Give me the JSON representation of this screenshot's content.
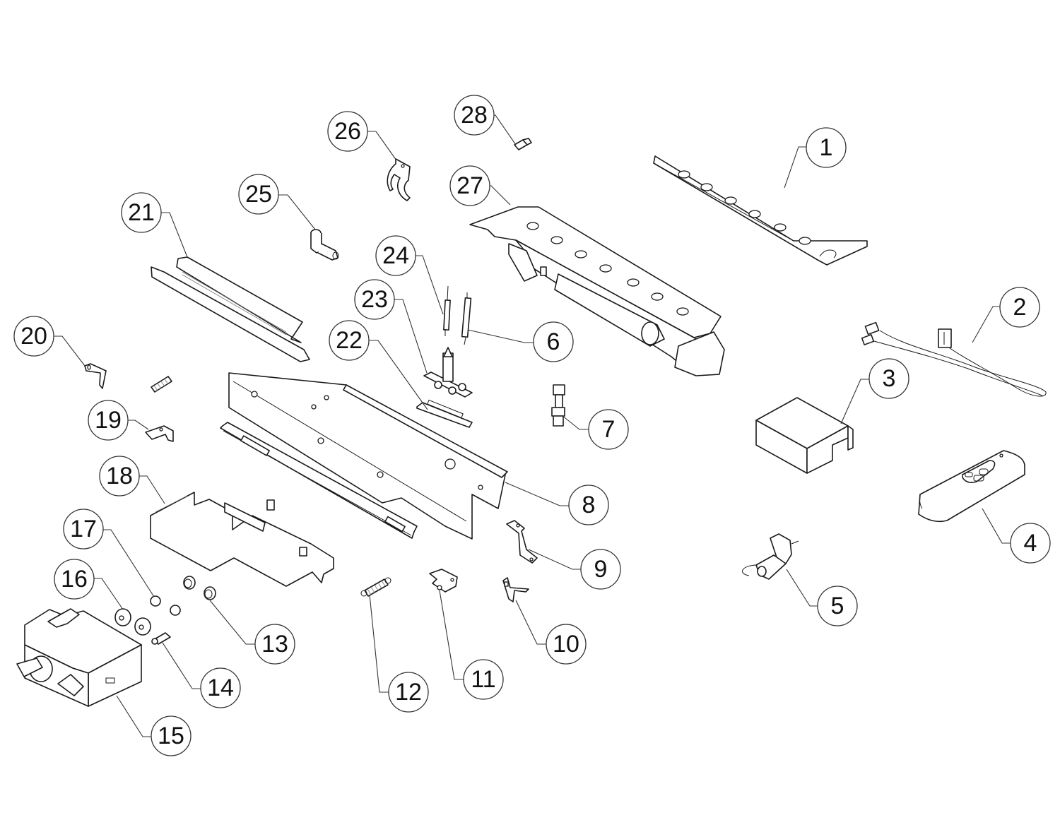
{
  "diagram": {
    "type": "exploded-parts-diagram",
    "callouts": [
      {
        "number": "1",
        "part": "burner-cover-plate"
      },
      {
        "number": "2",
        "part": "wire-harness"
      },
      {
        "number": "3",
        "part": "receiver-box"
      },
      {
        "number": "4",
        "part": "remote-control"
      },
      {
        "number": "5",
        "part": "igniter-module"
      },
      {
        "number": "6",
        "part": "electrode"
      },
      {
        "number": "7",
        "part": "gas-fitting"
      },
      {
        "number": "8",
        "part": "burner-tray-rail"
      },
      {
        "number": "9",
        "part": "offset-bracket"
      },
      {
        "number": "10",
        "part": "clip-bracket"
      },
      {
        "number": "11",
        "part": "mount-plate"
      },
      {
        "number": "12",
        "part": "spring"
      },
      {
        "number": "13",
        "part": "compression-nut"
      },
      {
        "number": "14",
        "part": "nipple-fitting"
      },
      {
        "number": "15",
        "part": "gas-valve"
      },
      {
        "number": "16",
        "part": "fitting-nut"
      },
      {
        "number": "17",
        "part": "ferrule"
      },
      {
        "number": "18",
        "part": "valve-bracket"
      },
      {
        "number": "19",
        "part": "small-bracket"
      },
      {
        "number": "20",
        "part": "hook-bracket"
      },
      {
        "number": "21",
        "part": "deflector-channel"
      },
      {
        "number": "22",
        "part": "pilot-gasket"
      },
      {
        "number": "23",
        "part": "pilot-assembly"
      },
      {
        "number": "24",
        "part": "thermocouple"
      },
      {
        "number": "25",
        "part": "elbow-fitting"
      },
      {
        "number": "26",
        "part": "tube-clamp"
      },
      {
        "number": "27",
        "part": "burner-assembly"
      },
      {
        "number": "28",
        "part": "small-clip"
      }
    ]
  }
}
